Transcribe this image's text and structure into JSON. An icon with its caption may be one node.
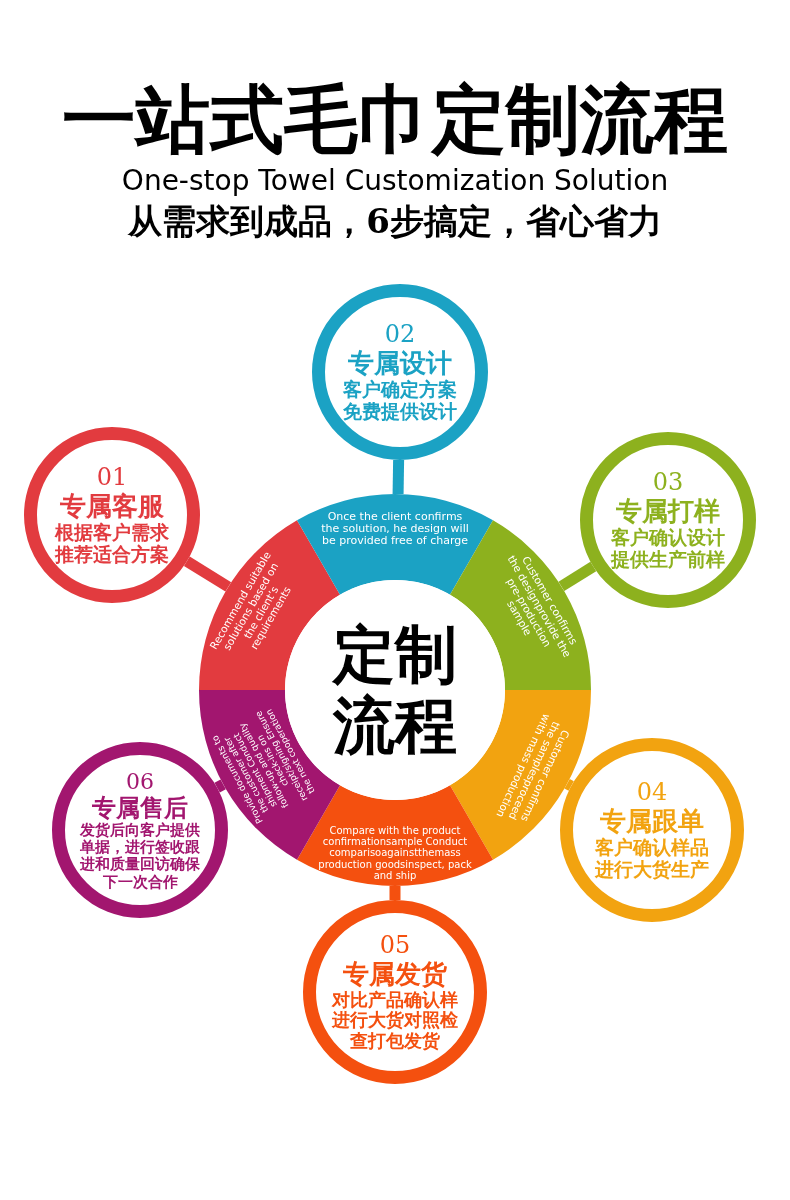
{
  "diagram": {
    "title": "一站式毛巾定制流程",
    "labels": [
      "One-stop Towel Customization Solution",
      "从需求到成品，6步搞定，省心省力"
    ],
    "nodes": [
      {
        "text": [
          "01",
          "专属客服",
          "根据客户需求推荐适合方案"
        ]
      },
      {
        "text": [
          "02",
          "专属设计",
          "客户确定方案免费提供设计"
        ]
      },
      {
        "text": [
          "03",
          "专属打样",
          "客户确认设计提供生产前样"
        ]
      },
      {
        "text": [
          "04",
          "专属跟单",
          "客户确认样品进行大货生产"
        ]
      },
      {
        "text": [
          "05",
          "专属发货",
          "对比产品确认样进行大货对照检查打包发货"
        ]
      },
      {
        "text": [
          "06",
          "专属售后",
          "发货后向客户提供单据，进行签收跟进和质量回访确保下一次合作"
        ]
      },
      {
        "text": [
          "定制流程"
        ]
      },
      {
        "text": [
          "Recommend suitable solutions based on the client’s requirements"
        ]
      },
      {
        "text": [
          "Once the client confirms the solution, he design will be provided free of charge"
        ]
      },
      {
        "text": [
          "Customer confirms the designprovide the pre-production sample"
        ]
      },
      {
        "text": [
          "Customer confirms the samplesproceed with mass production"
        ]
      },
      {
        "text": [
          "Compare with the product confirmationsample Conduct comparisoagainstthemass production goodsinspect, pack and ship"
        ]
      },
      {
        "text": [
          "Provide documents to the customer after shipment Conduct follow-up and quality check-ins on receipt/signing Ensure the next cooperation"
        ]
      }
    ],
    "edges": [
      {
        "from": 7,
        "to": 0,
        "arrow": "none",
        "color": "#e23b3f"
      },
      {
        "from": 8,
        "to": 1,
        "arrow": "none",
        "color": "#1ba2c4"
      },
      {
        "from": 9,
        "to": 2,
        "arrow": "none",
        "color": "#8db11e"
      },
      {
        "from": 10,
        "to": 3,
        "arrow": "none",
        "color": "#f2a310"
      },
      {
        "from": 11,
        "to": 4,
        "arrow": "none",
        "color": "#f4500f"
      },
      {
        "from": 12,
        "to": 5,
        "arrow": "none",
        "color": "#a2166f"
      }
    ]
  }
}
